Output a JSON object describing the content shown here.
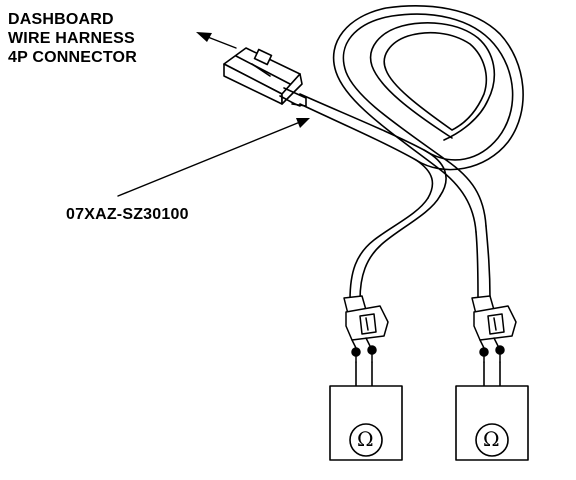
{
  "connector_label": {
    "line1": "DASHBOARD",
    "line2": "WIRE HARNESS",
    "line3": "4P CONNECTOR"
  },
  "part_number": "07XAZ-SZ30100",
  "meters": [
    {
      "symbol": "Ω"
    },
    {
      "symbol": "Ω"
    }
  ]
}
